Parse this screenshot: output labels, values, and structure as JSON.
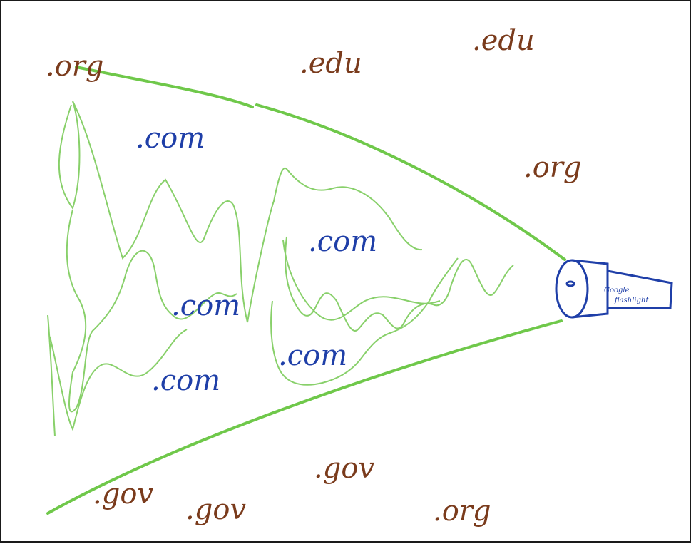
{
  "colors": {
    "border": "#1a1a1a",
    "beam": "#6fc84a",
    "beam_scribble": "#88d06a",
    "flashlight": "#1f3fa8",
    "inside_label": "#1f3fa8",
    "outside_label": "#7a3b1c"
  },
  "flashlight": {
    "icon": "flashlight-icon",
    "text_line1": "Google",
    "text_line2": "flashlight"
  },
  "inside_labels": [
    ".com",
    ".com",
    ".com",
    ".com",
    ".com"
  ],
  "outside_labels": [
    ".org",
    ".edu",
    ".edu",
    ".org",
    ".gov",
    ".gov",
    ".gov",
    ".org"
  ]
}
